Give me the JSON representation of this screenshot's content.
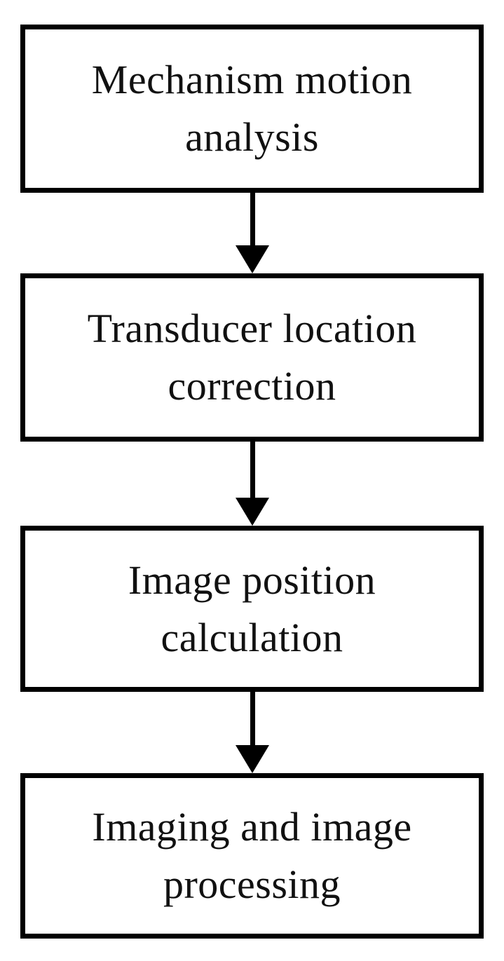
{
  "flowchart": {
    "steps": [
      {
        "line1": "Mechanism motion",
        "line2": "analysis"
      },
      {
        "line1": "Transducer location",
        "line2": "correction"
      },
      {
        "line1": "Image position",
        "line2": "calculation"
      },
      {
        "line1": "Imaging and image",
        "line2": "processing"
      }
    ]
  }
}
